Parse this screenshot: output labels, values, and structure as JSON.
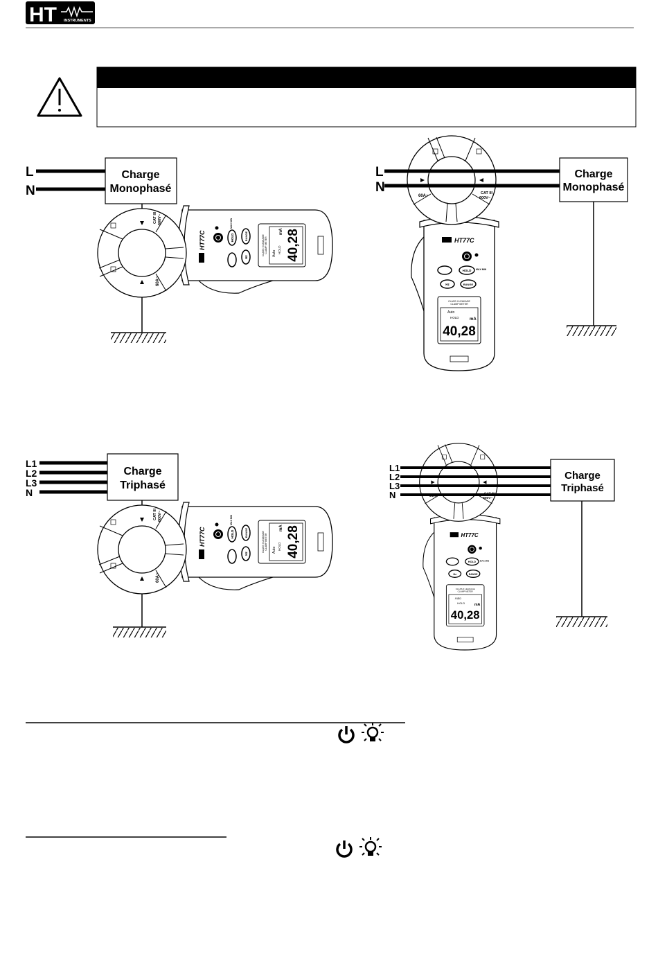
{
  "header": {
    "logo_text": "HT",
    "logo_sub": "INSTRUMENTS"
  },
  "warning": {
    "icon": "warning-triangle-icon",
    "title": "",
    "text": ""
  },
  "diagram_single_phase": {
    "lines": [
      "L",
      "N"
    ],
    "load_label_1": "Charge",
    "load_label_2": "Monophasé"
  },
  "diagram_three_phase": {
    "lines": [
      "L1",
      "L2",
      "L3",
      "N"
    ],
    "load_label_1": "Charge",
    "load_label_2": "Triphasé"
  },
  "meter": {
    "model": "HT77C",
    "brand": "HT",
    "range_label": "60A~",
    "cat_label_1": "CAT III",
    "cat_label_2": "600V~",
    "class_label_1": "CLASS II LEAKAGE",
    "class_label_2": "CLAMP METER",
    "display_value": "40,28",
    "display_unit": "mA",
    "display_hold": "HOLD",
    "display_auto": "Auto",
    "buttons": [
      "HOLD",
      "RANGE",
      "Hz"
    ],
    "maxmin_label": "MAX MIN"
  },
  "icons": [
    "power-icon",
    "backlight-bulb-icon"
  ]
}
